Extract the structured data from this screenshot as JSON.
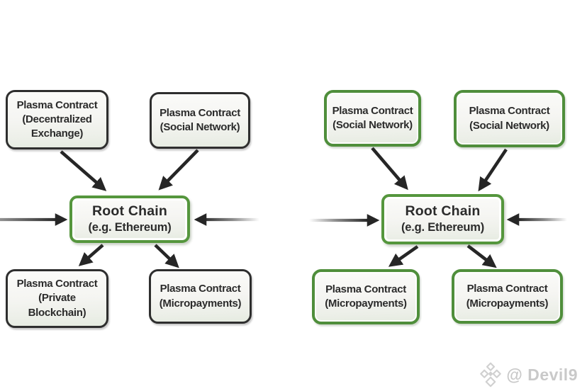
{
  "background": "#ffffff",
  "colors": {
    "dark_border": "#2e2e2e",
    "green_border": "#4f8e3b",
    "root_border": "#55963d",
    "box_fill_top": "#fbfbf9",
    "box_fill_bottom": "#e5ebe0",
    "text": "#2b2b2b",
    "arrow": "#262626",
    "watermark": "#c9c9c9"
  },
  "diagrams": [
    {
      "id": "left",
      "root": {
        "title": "Root Chain",
        "subtitle": "(e.g. Ethereum)"
      },
      "nodes": [
        {
          "position": "top-left",
          "title": "Plasma Contract",
          "subtitle": "(Decentralized Exchange)",
          "border": "dark"
        },
        {
          "position": "top-right",
          "title": "Plasma Contract",
          "subtitle": "(Social Network)",
          "border": "dark"
        },
        {
          "position": "bottom-left",
          "title": "Plasma Contract",
          "subtitle": "(Private Blockchain)",
          "border": "dark"
        },
        {
          "position": "bottom-right",
          "title": "Plasma Contract",
          "subtitle": "(Micropayments)",
          "border": "dark"
        }
      ]
    },
    {
      "id": "right",
      "root": {
        "title": "Root Chain",
        "subtitle": "(e.g. Ethereum)"
      },
      "nodes": [
        {
          "position": "top-left",
          "title": "Plasma Contract",
          "subtitle": "(Social Network)",
          "border": "green"
        },
        {
          "position": "top-right",
          "title": "Plasma Contract",
          "subtitle": "(Social Network)",
          "border": "green"
        },
        {
          "position": "bottom-left",
          "title": "Plasma Contract",
          "subtitle": "(Micropayments)",
          "border": "green"
        },
        {
          "position": "bottom-right",
          "title": "Plasma Contract",
          "subtitle": "(Micropayments)",
          "border": "green"
        }
      ]
    }
  ],
  "watermark": {
    "icon": "gem-diamond-icon",
    "text": "@ Devil9"
  }
}
